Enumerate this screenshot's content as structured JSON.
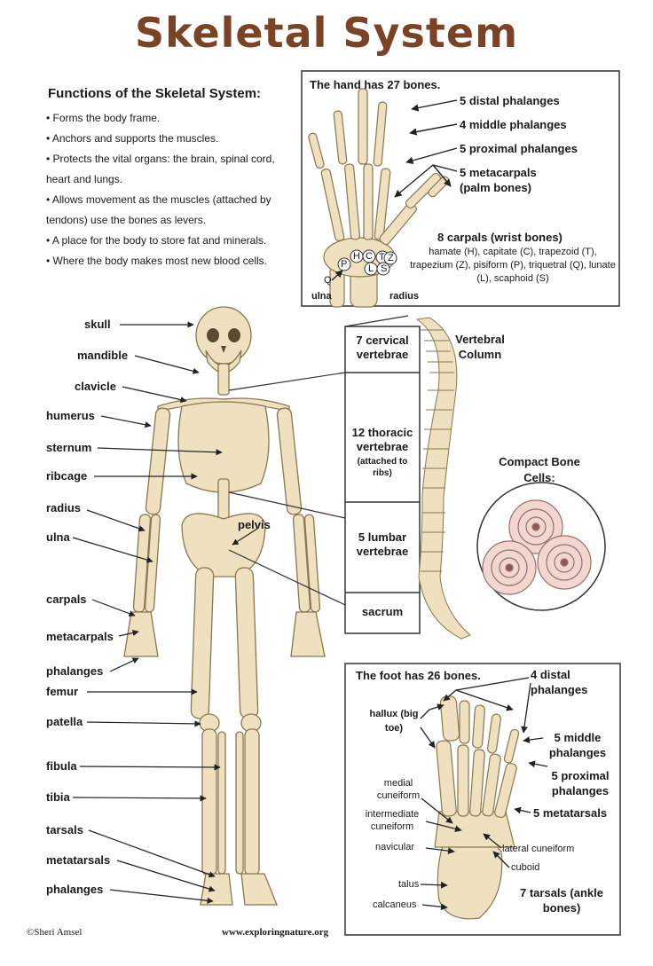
{
  "title": "Skeletal System",
  "functions": {
    "heading": "Functions of the Skeletal System:",
    "items": [
      "Forms the body frame.",
      "Anchors and supports the muscles.",
      "Protects the vital organs: the brain, spinal cord, heart and lungs.",
      "Allows movement as the muscles (attached by tendons) use the bones as levers.",
      "A place for the body to store fat and minerals.",
      "Where the body makes most new blood cells."
    ]
  },
  "hand": {
    "heading": "The hand has 27 bones.",
    "distal": "5 distal phalanges",
    "middle": "4 middle phalanges",
    "proximal": "5 proximal phalanges",
    "metacarpals": "5 metacarpals (palm bones)",
    "carpals_title": "8 carpals (wrist bones)",
    "carpals_list": "hamate (H), capitate (C), trapezoid (T), trapezium (Z), pisiform (P), triquetral (Q), lunate (L), scaphoid (S)",
    "ulna": "ulna",
    "radius": "radius",
    "letters": [
      "P",
      "H",
      "C",
      "T",
      "Z",
      "L",
      "S",
      "Q"
    ]
  },
  "skeleton_labels": {
    "skull": "skull",
    "mandible": "mandible",
    "clavicle": "clavicle",
    "humerus": "humerus",
    "sternum": "sternum",
    "ribcage": "ribcage",
    "radius": "radius",
    "ulna": "ulna",
    "carpals": "carpals",
    "metacarpals": "metacarpals",
    "phalanges_hand": "phalanges",
    "femur": "femur",
    "patella": "patella",
    "fibula": "fibula",
    "tibia": "tibia",
    "tarsals": "tarsals",
    "metatarsals": "metatarsals",
    "phalanges_foot": "phalanges",
    "pelvis": "pelvis"
  },
  "vertebral": {
    "heading": "Vertebral Column",
    "cervical": "7 cervical vertebrae",
    "thoracic": "12 thoracic vertebrae",
    "thoracic_note": "(attached to ribs)",
    "lumbar": "5 lumbar vertebrae",
    "sacrum": "sacrum"
  },
  "cells": {
    "heading": "Compact Bone Cells:"
  },
  "foot": {
    "heading": "The foot has 26 bones.",
    "distal": "4 distal phalanges",
    "hallux": "hallux (big toe)",
    "middle": "5 middle phalanges",
    "proximal": "5 proximal phalanges",
    "metatarsals": "5 metatarsals",
    "medial_cuneiform": "medial cuneiform",
    "intermediate_cuneiform": "intermediate cuneiform",
    "navicular": "navicular",
    "lateral_cuneiform": "lateral cuneiform",
    "cuboid": "cuboid",
    "talus": "talus",
    "calcaneus": "calcaneus",
    "tarsals": "7 tarsals (ankle bones)"
  },
  "footer": {
    "copyright": "©Sheri Amsel",
    "website": "www.exploringnature.org"
  },
  "colors": {
    "title": "#7a4326",
    "bone": "#efe0bf",
    "bone_outline": "#8a7650",
    "cell": "#e9c9bf"
  }
}
